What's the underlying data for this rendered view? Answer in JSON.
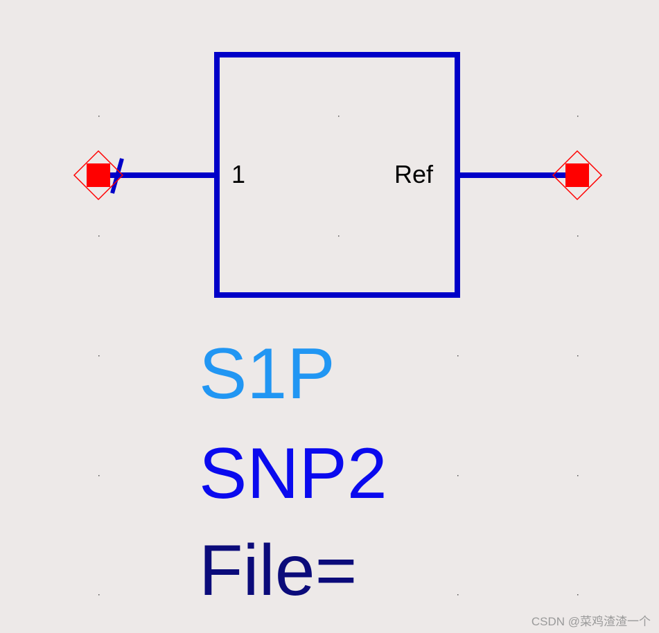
{
  "symbol": {
    "pin_label": "1",
    "ref_label": "Ref",
    "component_type": "S1P",
    "instance_name": "SNP2",
    "file_param": "File="
  },
  "watermark": "CSDN @菜鸡渣渣一个",
  "colors": {
    "background": "#ede9e8",
    "symbol_stroke": "#0000c8",
    "port_marker": "#ff0000",
    "component_type": "#2196f3",
    "instance_name": "#0a0aee",
    "file_param": "#0b0b7a"
  }
}
